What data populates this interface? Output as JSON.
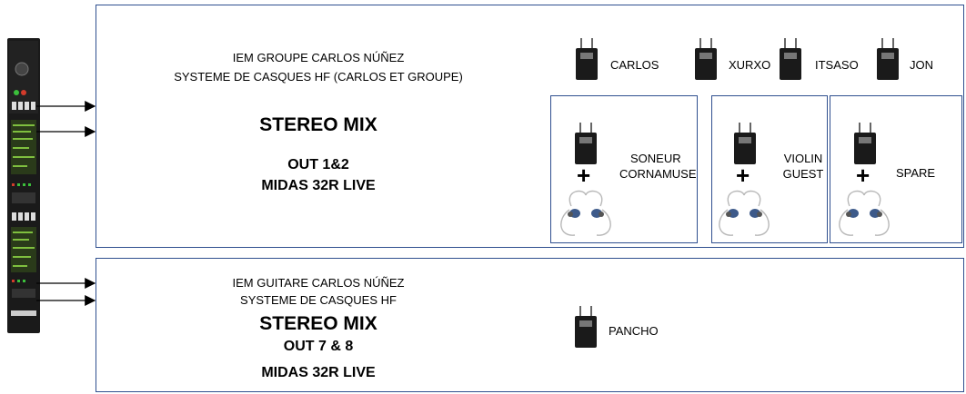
{
  "colors": {
    "frame": "#2f4f8f",
    "device": "#1a1a1a",
    "led_green": "#3bbf3b",
    "led_red": "#d23b2b",
    "screen": "#7fbf3f"
  },
  "rack_device": {
    "icon": "rack-receiver-icon"
  },
  "group1": {
    "title_line1": "IEM GROUPE CARLOS NÚÑEZ",
    "title_line2": "SYSTEME DE CASQUES HF (CARLOS ET GROUPE)",
    "mix": "STEREO MIX",
    "out": "OUT 1&2",
    "console": "MIDAS 32R LIVE",
    "receivers": [
      "CARLOS",
      "XURXO",
      "ITSASO",
      "JON"
    ],
    "kits": [
      {
        "line1": "SONEUR",
        "line2": "CORNAMUSE"
      },
      {
        "line1": "VIOLIN",
        "line2": "GUEST"
      },
      {
        "line1": "SPARE",
        "line2": ""
      }
    ],
    "plus_symbol": "+"
  },
  "group2": {
    "title_line1": "IEM GUITARE CARLOS NÚÑEZ",
    "title_line2": "SYSTEME DE CASQUES HF",
    "mix": "STEREO MIX",
    "out": "OUT 7 & 8",
    "console": "MIDAS 32R LIVE",
    "receivers": [
      "PANCHO"
    ]
  }
}
